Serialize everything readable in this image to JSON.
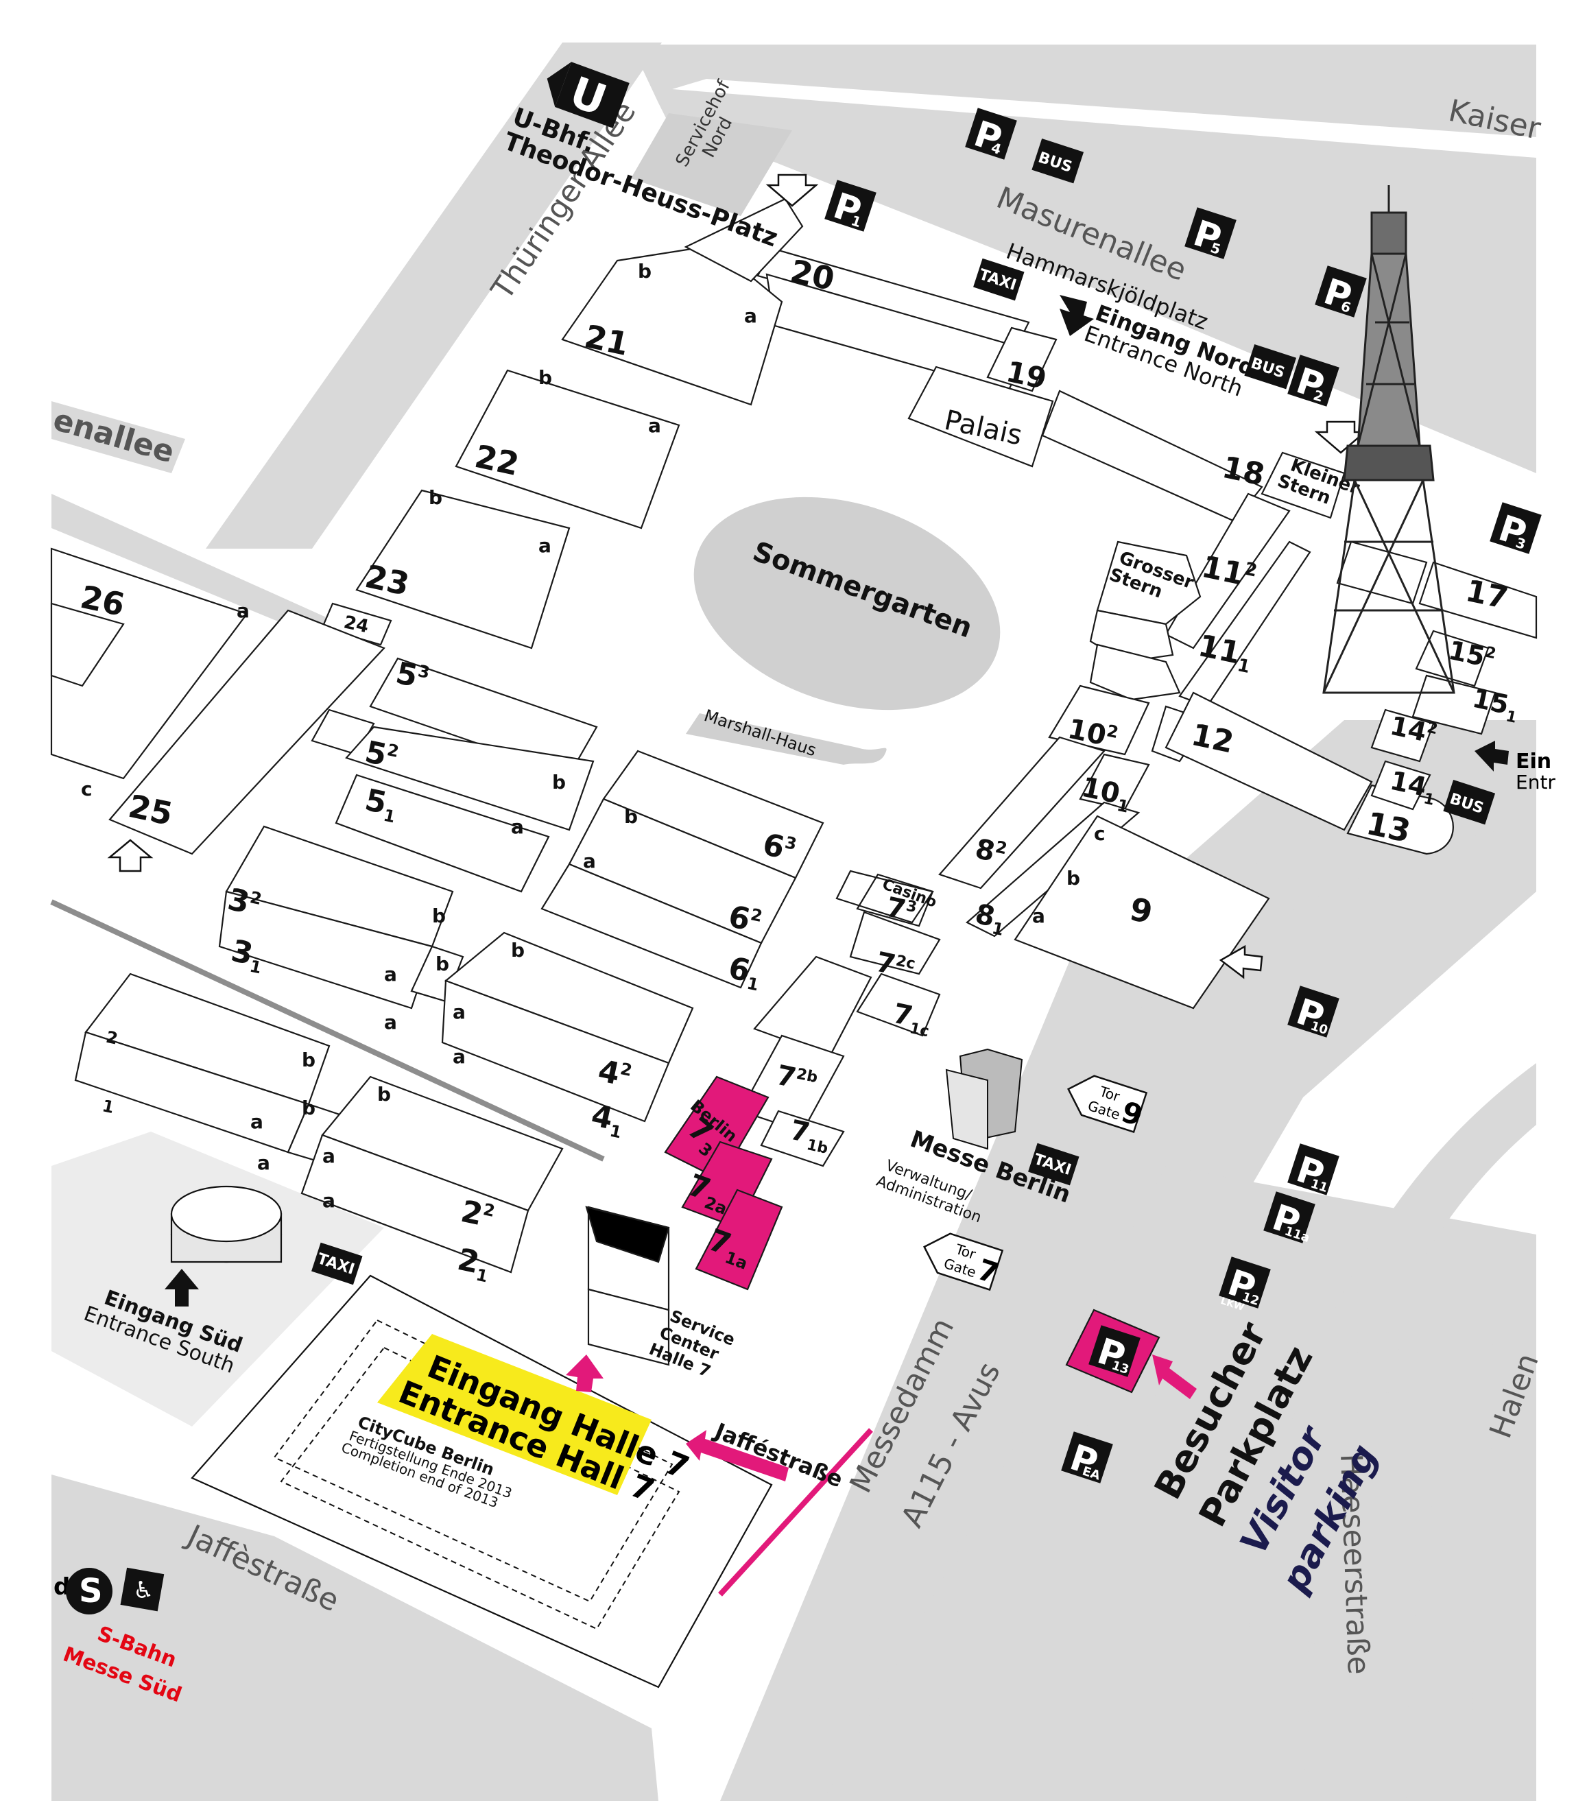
{
  "streets": {
    "kaiser": "Kaiser",
    "masurenallee": "Masurenallee",
    "thueringer": "Thüringer Allee",
    "enallee": "enallee",
    "jaffe_main": "Jaffèstraße",
    "jaffe_small": "Jafféstraße",
    "messedamm": "Messedamm",
    "avus": "A115 - Avus",
    "haeseler": "Haeseerstraße",
    "halen": "Halen"
  },
  "places": {
    "ubahn_name": "U-Bhf.",
    "ubahn_name2": "Theodor-Heuss-Platz",
    "servicehof": "Servicehof",
    "servicehof2": "Nord",
    "hammarskjold": "Hammarskjöldplatz",
    "eingang_nord": "Eingang Nord",
    "entrance_north": "Entrance North",
    "palais": "Palais",
    "sommergarten": "Sommergarten",
    "marshall": "Marshall-Haus",
    "kleiner_stern": "Kleiner",
    "kleiner_stern2": "Stern",
    "grosser_stern": "Grosser",
    "grosser_stern2": "Stern",
    "casino": "Casino",
    "messe_berlin": "Messe Berlin",
    "verwaltung": "Verwaltung/",
    "administration": "Administration",
    "tor": "Tor",
    "gate": "Gate",
    "gate9": "9",
    "gate7": "7",
    "service_center": "Service",
    "service_center2": "Center",
    "service_center3": "Halle 7",
    "eingang_sued": "Eingang Süd",
    "entrance_south": "Entrance South",
    "eingang_halle7": "Eingang Halle 7",
    "entrance_hall7": "Entrance Hall 7",
    "citycube": "CityCube Berlin",
    "citycube2": "Fertigstellung Ende 2013",
    "citycube3": "Completion end of 2013",
    "besucher": "Besucher",
    "parkplatz": "Parkplatz",
    "visitor": "Visitor",
    "parking": "parking",
    "sbahn": "S-Bahn",
    "messe_sued": "Messe Süd",
    "ein": "Ein",
    "entr": "Entr",
    "d_left": "d"
  },
  "icons": {
    "ubahn_letter": "U",
    "sbahn_letter": "S",
    "p": "P",
    "bus": "BUS",
    "taxi": "TAXI",
    "lkw": "LKW",
    "parking_subs": [
      "1",
      "2",
      "3",
      "4",
      "5",
      "6",
      "10",
      "11",
      "11a",
      "12",
      "13",
      "EA"
    ]
  },
  "halls": {
    "h1": [
      "1",
      "2"
    ],
    "h1s": [
      "1",
      "1"
    ],
    "n2": "2",
    "n3": "3",
    "n4": "4",
    "n5": "5",
    "n6": "6",
    "n7": "7",
    "n8": "8",
    "n10": "10",
    "n11": "11",
    "n14": "14",
    "n15": "15",
    "s1": "1",
    "s2": "2",
    "s3": "3",
    "s2b": "2b",
    "s1b": "1b",
    "s2c": "2c",
    "s1c": "1c",
    "s2a": "2a",
    "s1a": "1a",
    "h9": "9",
    "h12": "12",
    "h13": "13",
    "h17": "17",
    "h18": "18",
    "h19": "19",
    "h20": "20",
    "h21": "21",
    "h22": "22",
    "h23": "23",
    "h24": "24",
    "h25": "25",
    "h26": "26",
    "berlin": "Berlin",
    "a": "a",
    "b": "b",
    "c": "c"
  },
  "colors": {
    "road": "#d9d9d9",
    "accent": "#e2197a",
    "highlight": "#f7ea1c",
    "sbahn_red": "#e30613",
    "visitor_navy": "#1b1b4d"
  }
}
